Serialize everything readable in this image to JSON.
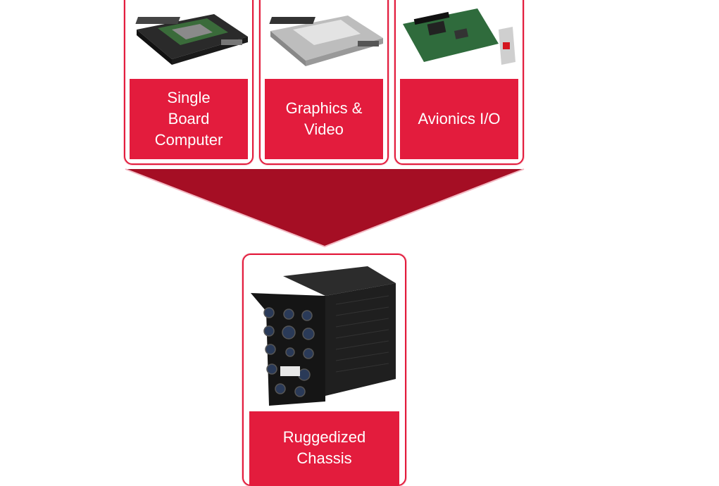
{
  "top_cards": [
    {
      "label": "Single\nBoard\nComputer",
      "image": "single-board-computer-photo"
    },
    {
      "label": "Graphics &\nVideo",
      "image": "graphics-video-board-photo"
    },
    {
      "label": "Avionics I/O",
      "image": "avionics-io-card-photo"
    }
  ],
  "bottom_card": {
    "label": "Ruggedized\nChassis",
    "image": "ruggedized-chassis-photo"
  },
  "colors": {
    "accent": "#e31c3d",
    "arrow": "#a50e24"
  }
}
